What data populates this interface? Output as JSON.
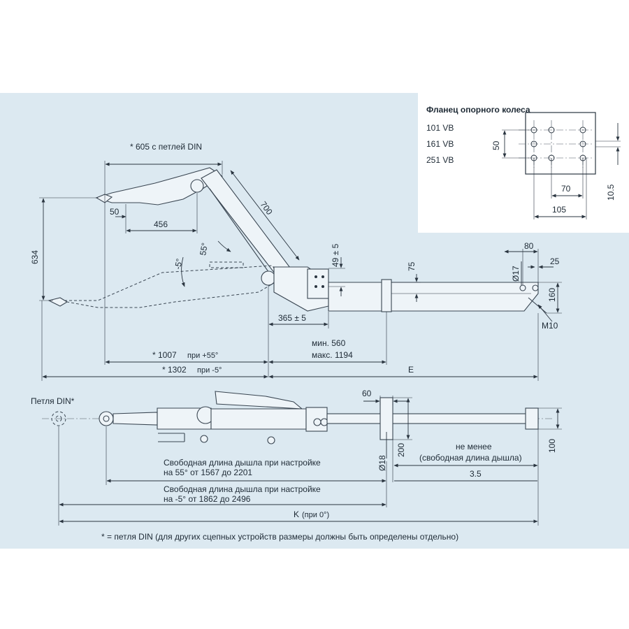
{
  "colors": {
    "background": "#dce9f1",
    "page": "#ffffff",
    "line": "#2a3540"
  },
  "top": {
    "din_note": "* 605 с петлей DIN",
    "d50": "50",
    "d456": "456",
    "d634": "634",
    "d700": "700",
    "angle_55": "55°",
    "angle_m5": "-5°",
    "d49": "49 ± 5",
    "d365": "365 ± 5",
    "d75": "75",
    "d80": "80",
    "d25": "25",
    "d17": "Ø17",
    "d160": "160",
    "m10": "M10",
    "d1007": "* 1007",
    "d1007_suffix": "при +55°",
    "d1302": "* 1302",
    "d1302_suffix": "при -5°",
    "min": "мин. 560",
    "max": "макс. 1194",
    "e": "E"
  },
  "inset": {
    "title": "Фланец опорного колеса",
    "items": [
      "101 VB",
      "161 VB",
      "251 VB"
    ],
    "d50": "50",
    "d70": "70",
    "d105": "105",
    "d10_5": "10.5"
  },
  "bottom": {
    "din_label": "Петля DIN*",
    "d60": "60",
    "d18": "Ø18",
    "d200": "200",
    "d100": "100",
    "min_note1": "не менее",
    "min_note2": "(свободная длина дышла)",
    "d3_5": "3.5",
    "free55_l1": "Свободная длина дышла при настройке",
    "free55_l2": "на 55° от 1567 до 2201",
    "freem5_l1": "Свободная длина дышла при настройке",
    "freem5_l2": "на -5° от 1862 до 2496",
    "k": "K",
    "k_suffix": "(при 0°)",
    "footnote": "* = петля DIN (для других сцепных устройств размеры должны быть определены отдельно)"
  }
}
